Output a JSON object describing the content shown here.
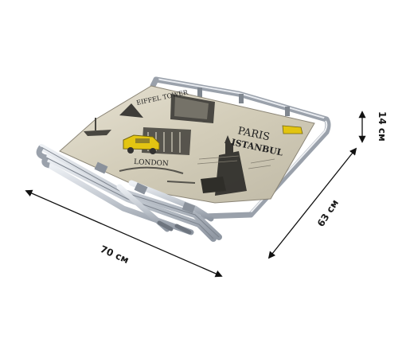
{
  "dimensions": {
    "width_label": "70 см",
    "depth_label": "63 см",
    "height_label": "14 см"
  },
  "fabric_print": {
    "eiffel_text": "EIFFEL TOWER",
    "paris_text": "PARIS",
    "istanbul_text": "ISTANBUL",
    "london_text": "LONDON"
  },
  "colors": {
    "frame": "#c9ced6",
    "frame_shadow": "#8e959f",
    "fabric_base": "#d9d4c3",
    "taxi_yellow": "#e5c400",
    "arrow": "#111111"
  }
}
